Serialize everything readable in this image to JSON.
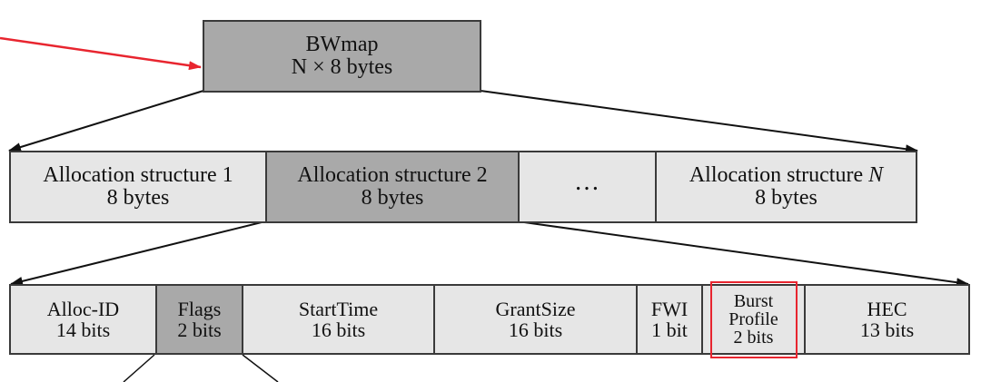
{
  "bwmap": {
    "title": "BWmap",
    "size": "N × 8 bytes"
  },
  "allocation_structures": [
    {
      "label": "Allocation structure 1",
      "size": "8 bytes"
    },
    {
      "label": "Allocation structure 2",
      "size": "8 bytes"
    },
    {
      "label": "…",
      "size": ""
    },
    {
      "label_prefix": "Allocation structure ",
      "label_italic": "N",
      "size": "8 bytes"
    }
  ],
  "fields": [
    {
      "line1": "Alloc-ID",
      "line2": "14 bits"
    },
    {
      "line1": "Flags",
      "line2": "2 bits"
    },
    {
      "line1": "StartTime",
      "line2": "16 bits"
    },
    {
      "line1": "GrantSize",
      "line2": "16 bits"
    },
    {
      "line1": "FWI",
      "line2": "1 bit"
    },
    {
      "line1": "Burst",
      "line2": "Profile",
      "line3": "2 bits"
    },
    {
      "line1": "HEC",
      "line2": "13 bits"
    }
  ],
  "colors": {
    "light_fill": "#e6e6e6",
    "dark_fill": "#a9a9a9",
    "outline": "#3a3a3a",
    "highlight": "#e8252f"
  }
}
